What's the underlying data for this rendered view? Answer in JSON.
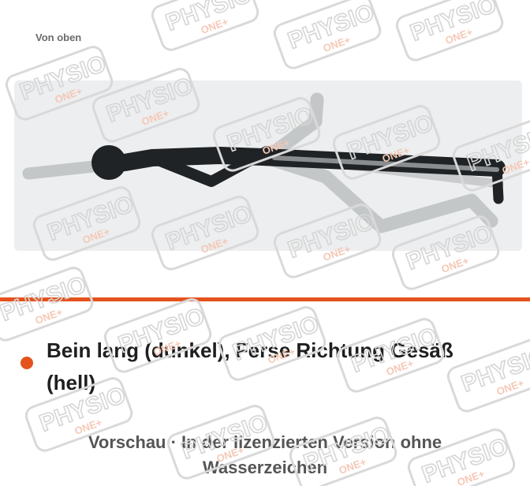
{
  "view": {
    "label": "Von oben"
  },
  "instruction": {
    "text": "Bein lang (dunkel), Ferse Richtung Gesäß (hell)",
    "bullet_color": "#e4521d"
  },
  "footer": {
    "preview_note": "Vorschau · In der lizenzierten Version ohne Wasserzeichen"
  },
  "watermark": {
    "brand": "PHYSIO",
    "sub": "ONE+"
  },
  "colors": {
    "accent": "#e4521d",
    "panel_background": "#eceeef",
    "figure_dark": "#202325",
    "figure_light": "#bfc2c3"
  }
}
